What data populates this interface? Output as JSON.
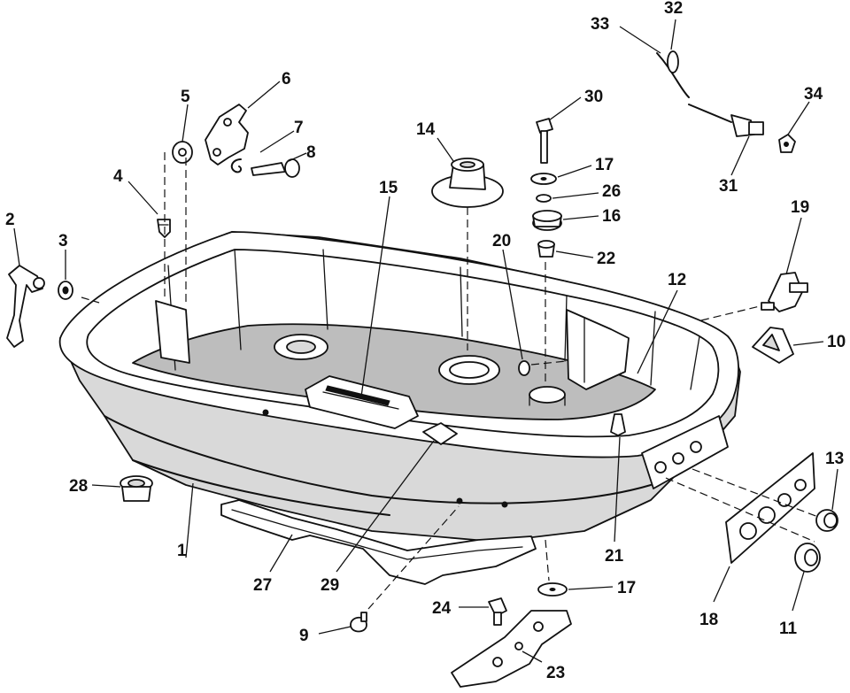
{
  "callouts": [
    {
      "id": "1",
      "label": "1"
    },
    {
      "id": "2",
      "label": "2"
    },
    {
      "id": "3",
      "label": "3"
    },
    {
      "id": "4",
      "label": "4"
    },
    {
      "id": "5",
      "label": "5"
    },
    {
      "id": "6",
      "label": "6"
    },
    {
      "id": "7",
      "label": "7"
    },
    {
      "id": "8",
      "label": "8"
    },
    {
      "id": "9",
      "label": "9"
    },
    {
      "id": "10",
      "label": "10"
    },
    {
      "id": "11",
      "label": "11"
    },
    {
      "id": "12",
      "label": "12"
    },
    {
      "id": "13",
      "label": "13"
    },
    {
      "id": "14",
      "label": "14"
    },
    {
      "id": "15",
      "label": "15"
    },
    {
      "id": "16",
      "label": "16"
    },
    {
      "id": "17a",
      "label": "17"
    },
    {
      "id": "17b",
      "label": "17"
    },
    {
      "id": "18",
      "label": "18"
    },
    {
      "id": "19",
      "label": "19"
    },
    {
      "id": "20",
      "label": "20"
    },
    {
      "id": "21",
      "label": "21"
    },
    {
      "id": "22",
      "label": "22"
    },
    {
      "id": "23",
      "label": "23"
    },
    {
      "id": "24",
      "label": "24"
    },
    {
      "id": "26",
      "label": "26"
    },
    {
      "id": "27",
      "label": "27"
    },
    {
      "id": "28",
      "label": "28"
    },
    {
      "id": "29",
      "label": "29"
    },
    {
      "id": "30",
      "label": "30"
    },
    {
      "id": "31",
      "label": "31"
    },
    {
      "id": "32",
      "label": "32"
    },
    {
      "id": "33",
      "label": "33"
    },
    {
      "id": "34",
      "label": "34"
    }
  ]
}
